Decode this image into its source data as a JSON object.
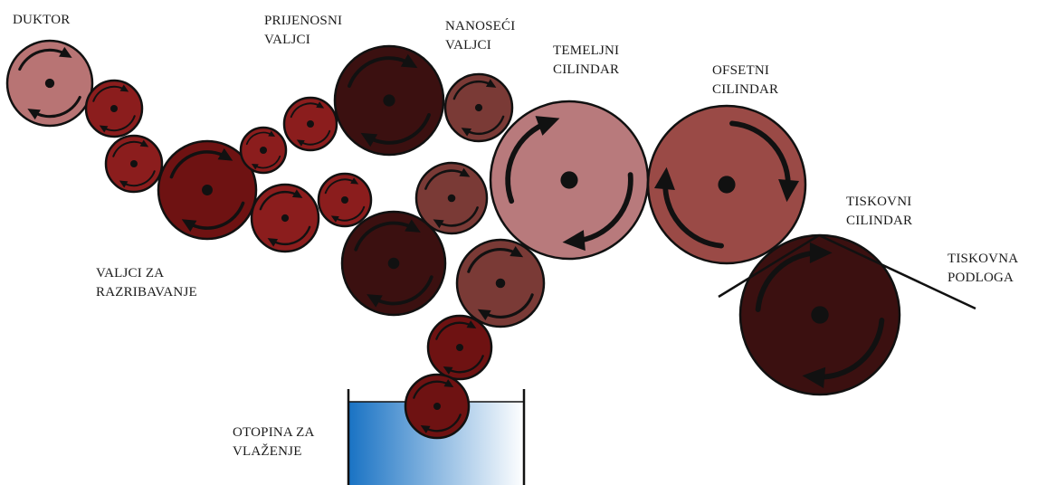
{
  "labels": {
    "duktor": [
      "DUKTOR"
    ],
    "prijenosni": [
      "PRIJENOSNI",
      "VALJCI"
    ],
    "nanoseci": [
      "NANOSEĆI",
      "VALJCI"
    ],
    "temeljni": [
      "TEMELJNI",
      "CILINDAR"
    ],
    "ofsetni": [
      "OFSETNI",
      "CILINDAR"
    ],
    "tiskovni": [
      "TISKOVNI",
      "CILINDAR"
    ],
    "podloga": [
      "TISKOVNA",
      "PODLOGA"
    ],
    "razribavanje": [
      "VALJCI ZA",
      "RAZRIBAVANJE"
    ],
    "otopina": [
      "OTOPINA ZA",
      "VLAŽENJE"
    ]
  },
  "colors": {
    "duktor": "#b87474",
    "bright_red": "#8b1d1d",
    "deep_red": "#6e1212",
    "dark_maroon": "#3b1010",
    "brown": "#7a3a36",
    "pink": "#b87a7c",
    "ofset": "#9a4a46",
    "outline": "#111111",
    "water_dark": "#1a73c4",
    "water_light": "#ffffff"
  }
}
